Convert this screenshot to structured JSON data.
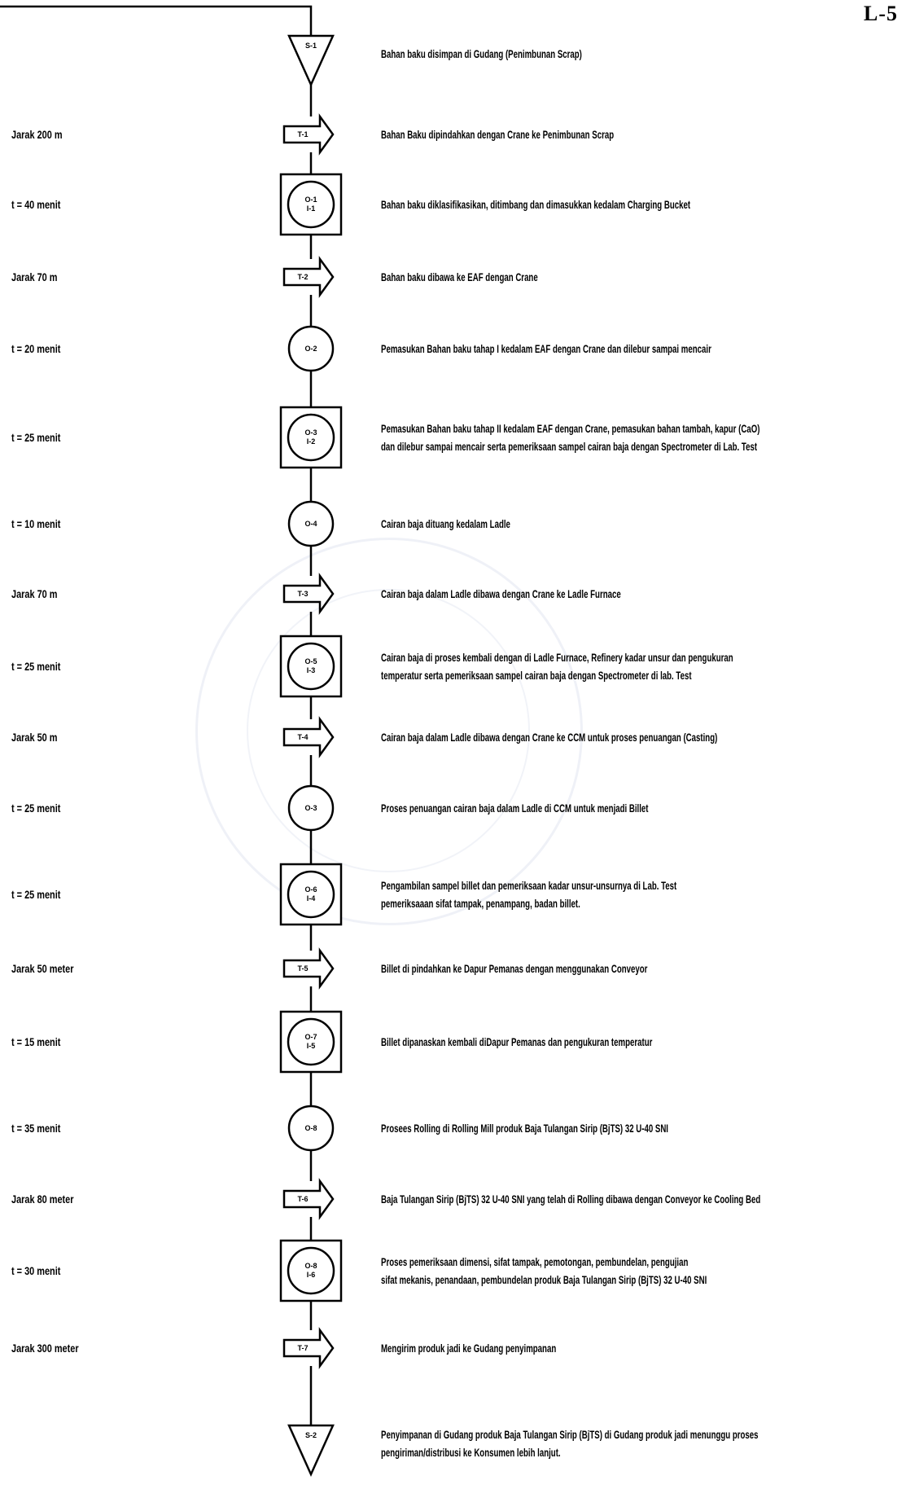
{
  "page_label": "L-5",
  "steps": [
    {
      "type": "storage",
      "left": "",
      "code": "S-1",
      "desc": "Bahan baku disimpan di Gudang (Penimbunan Scrap)"
    },
    {
      "type": "transport",
      "left": "Jarak 200 m",
      "code": "T-1",
      "desc": "Bahan Baku dipindahkan dengan Crane ke Penimbunan Scrap"
    },
    {
      "type": "combined",
      "left": "t = 40 menit",
      "code": "O-1\nI-1",
      "desc": "Bahan baku diklasifikasikan, ditimbang dan dimasukkan kedalam Charging Bucket"
    },
    {
      "type": "transport",
      "left": "Jarak 70 m",
      "code": "T-2",
      "desc": "Bahan baku dibawa ke EAF dengan Crane"
    },
    {
      "type": "operation",
      "left": "t = 20 menit",
      "code": "O-2",
      "desc": "Pemasukan Bahan baku tahap I kedalam EAF dengan Crane dan dilebur sampai mencair"
    },
    {
      "type": "combined",
      "left": "t = 25 menit",
      "code": "O-3\nI-2",
      "desc": "Pemasukan Bahan baku tahap II kedalam EAF dengan Crane, pemasukan bahan tambah, kapur (CaO)\ndan dilebur sampai mencair serta pemeriksaan sampel cairan baja dengan Spectrometer di Lab. Test"
    },
    {
      "type": "operation",
      "left": "t = 10 menit",
      "code": "O-4",
      "desc": "Cairan baja dituang kedalam Ladle"
    },
    {
      "type": "transport",
      "left": "Jarak 70 m",
      "code": "T-3",
      "desc": "Cairan baja dalam Ladle dibawa dengan Crane ke Ladle Furnace"
    },
    {
      "type": "combined",
      "left": "t = 25 menit",
      "code": "O-5\nI-3",
      "desc": "Cairan baja di proses kembali dengan di Ladle Furnace, Refinery kadar unsur dan pengukuran\ntemperatur serta pemeriksaan sampel cairan baja dengan Spectrometer di lab. Test"
    },
    {
      "type": "transport",
      "left": "Jarak 50 m",
      "code": "T-4",
      "desc": "Cairan baja dalam Ladle dibawa dengan Crane ke CCM untuk proses penuangan (Casting)"
    },
    {
      "type": "operation",
      "left": "t = 25 menit",
      "code": "O-3",
      "desc": "Proses penuangan cairan baja dalam Ladle di CCM untuk menjadi Billet"
    },
    {
      "type": "combined",
      "left": "t = 25 menit",
      "code": "O-6\nI-4",
      "desc": "Pengambilan sampel billet dan pemeriksaan kadar unsur-unsurnya di Lab. Test\npemeriksaaan sifat tampak, penampang, badan billet."
    },
    {
      "type": "transport",
      "left": "Jarak 50 meter",
      "code": "T-5",
      "desc": "Billet di pindahkan ke Dapur Pemanas dengan menggunakan Conveyor"
    },
    {
      "type": "combined",
      "left": "t = 15 menit",
      "code": "O-7\nI-5",
      "desc": "Billet dipanaskan kembali diDapur Pemanas dan pengukuran temperatur"
    },
    {
      "type": "operation",
      "left": "t = 35 menit",
      "code": "O-8",
      "desc": "Prosees Rolling di Rolling Mill produk Baja Tulangan Sirip (BjTS) 32 U-40 SNI"
    },
    {
      "type": "transport",
      "left": "Jarak 80 meter",
      "code": "T-6",
      "desc": "Baja Tulangan Sirip (BjTS) 32 U-40 SNI yang telah di Rolling dibawa dengan Conveyor ke Cooling Bed"
    },
    {
      "type": "combined",
      "left": "t = 30 menit",
      "code": "O-8\nI-6",
      "desc": "Proses pemeriksaan dimensi, sifat tampak, pemotongan, pembundelan, pengujian\nsifat mekanis, penandaan, pembundelan produk Baja Tulangan Sirip (BjTS) 32 U-40 SNI"
    },
    {
      "type": "transport",
      "left": "Jarak 300 meter",
      "code": "T-7",
      "desc": "Mengirim produk jadi ke Gudang penyimpanan"
    },
    {
      "type": "storage",
      "left": "",
      "code": "S-2",
      "desc": "Penyimpanan di Gudang produk Baja Tulangan Sirip (BjTS) di Gudang produk jadi menunggu proses\npengiriman/distribusi ke Konsumen lebih lanjut."
    }
  ]
}
